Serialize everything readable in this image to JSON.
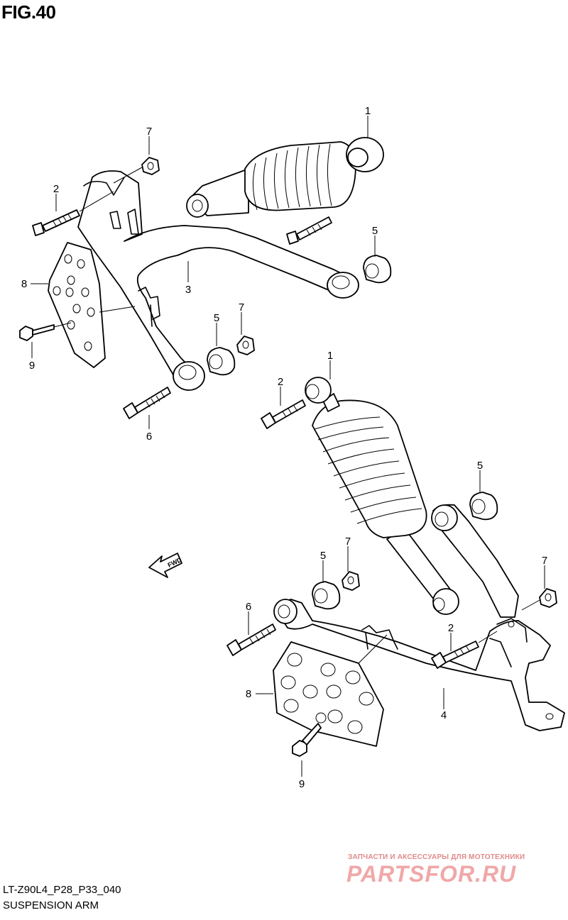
{
  "figure_title": "FIG.40",
  "footer": {
    "code": "LT-Z90L4_P28_P33_040",
    "name": "SUSPENSION ARM"
  },
  "watermark": {
    "tagline": "ЗАПЧАСТИ И АКСЕССУАРЫ ДЛЯ МОТОТЕХНИКИ",
    "logo": "PARTSFOR.RU"
  },
  "direction_marker": "FWD",
  "callouts": {
    "upper_shock": "1",
    "upper_bolt_2": "2",
    "upper_arm": "3",
    "upper_bushing_5a": "5",
    "upper_bushing_5b": "5",
    "upper_bolt_6": "6",
    "upper_nut_7a": "7",
    "upper_nut_7b": "7",
    "upper_plate": "8",
    "upper_screw": "9",
    "lower_shock": "1",
    "lower_bolt_2a": "2",
    "lower_bolt_2b": "2",
    "lower_arm": "4",
    "lower_bushing_5a": "5",
    "lower_bushing_5b": "5",
    "lower_bolt_6": "6",
    "lower_nut_7a": "7",
    "lower_nut_7b": "7",
    "lower_plate": "8",
    "lower_screw": "9"
  }
}
